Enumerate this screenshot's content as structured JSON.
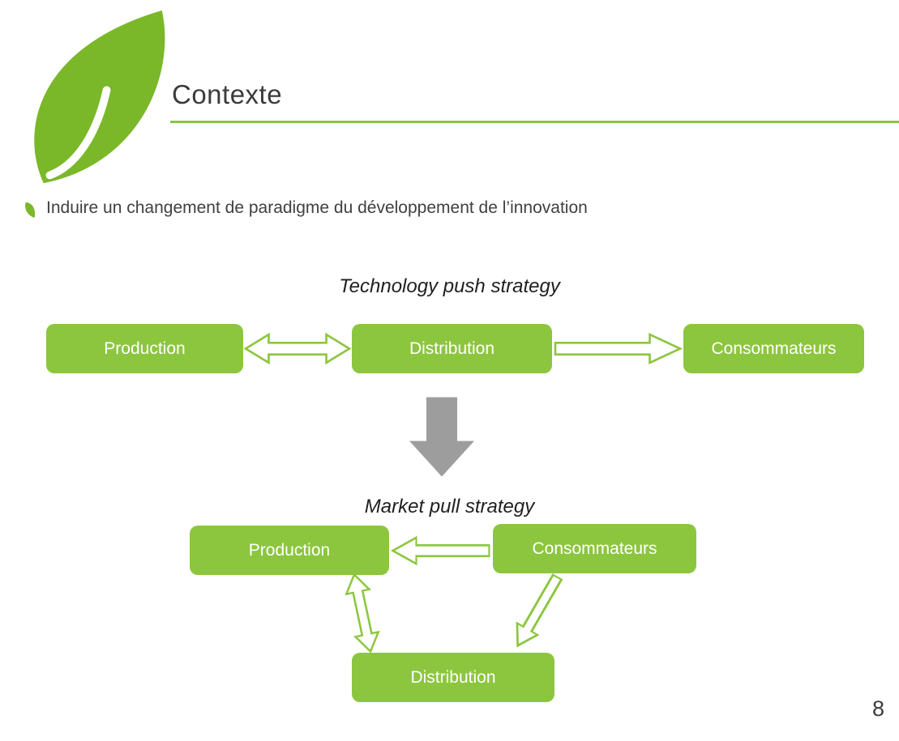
{
  "slide": {
    "title": "Contexte",
    "bullet": "Induire un changement de paradigme du développement de l’innovation",
    "page_number": "8"
  },
  "push_diagram": {
    "title": "Technology push strategy",
    "boxes": [
      "Production",
      "Distribution",
      "Consommateurs"
    ]
  },
  "pull_diagram": {
    "title": "Market pull strategy",
    "boxes": [
      "Production",
      "Consommateurs",
      "Distribution"
    ]
  },
  "colors": {
    "green": "#8CC63F",
    "leaf_green": "#7AB829",
    "arrow_gray": "#9D9D9D"
  }
}
